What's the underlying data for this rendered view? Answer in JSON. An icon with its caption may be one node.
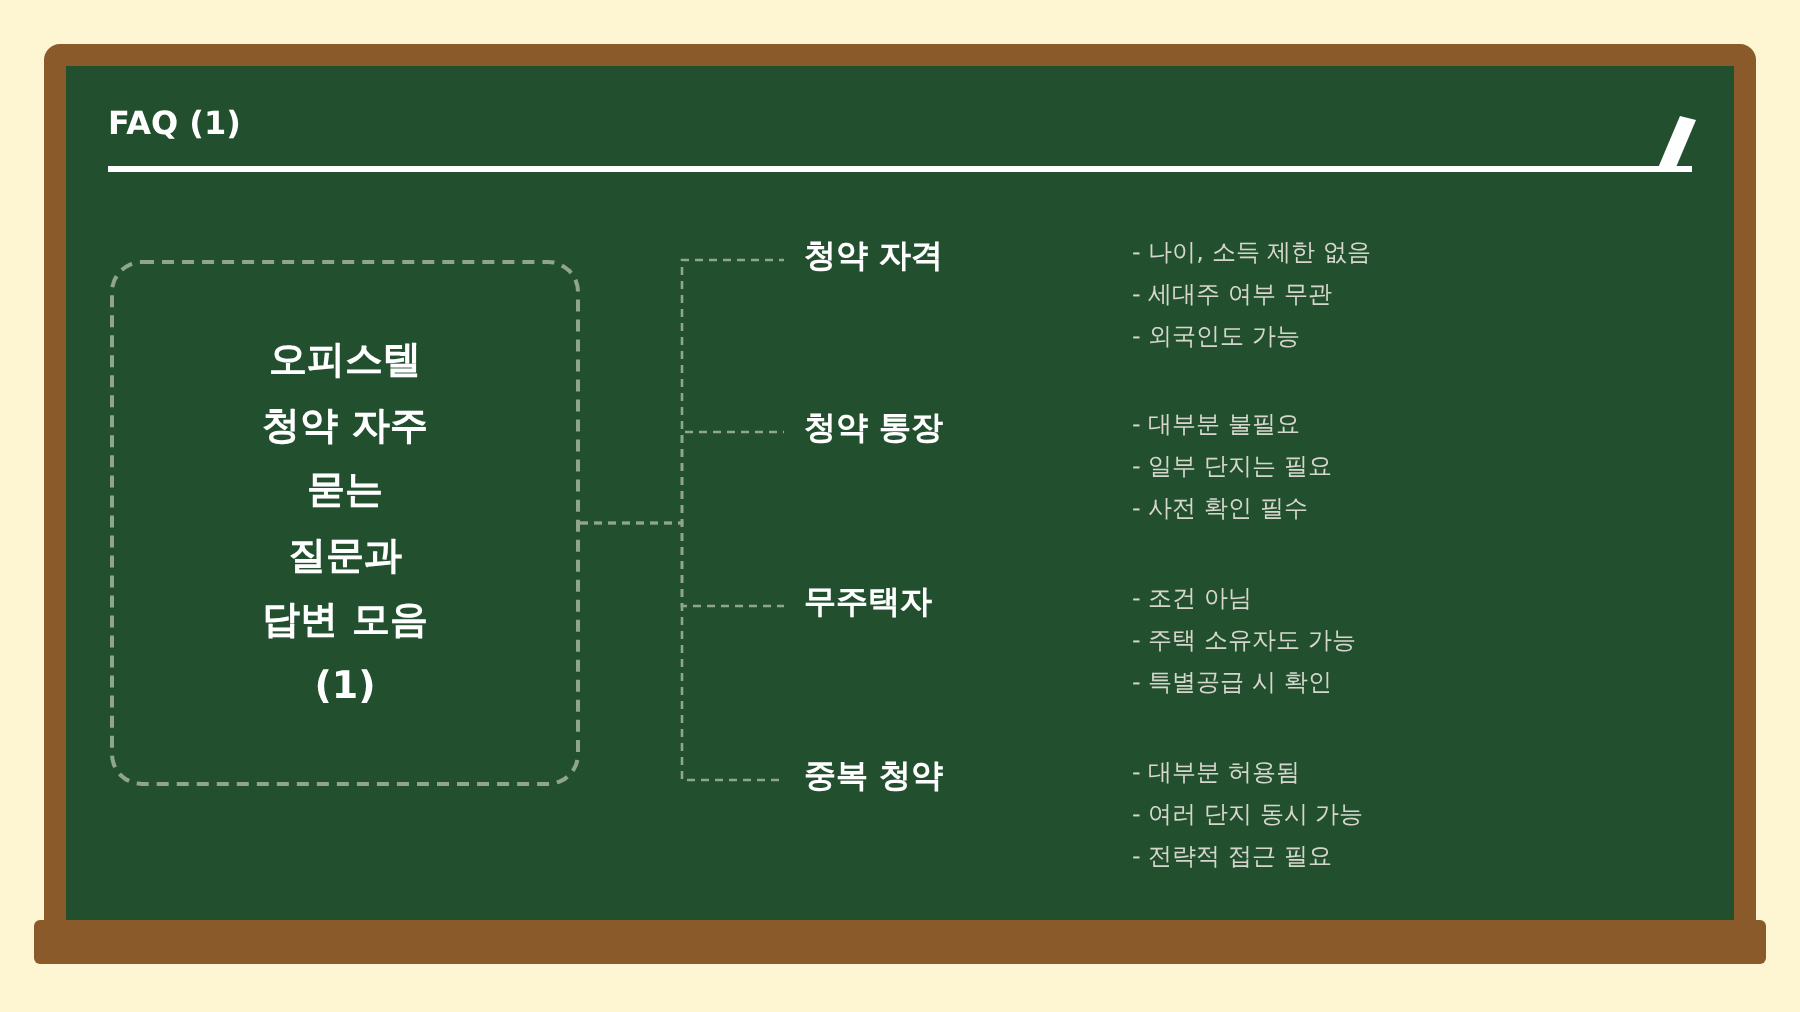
{
  "diagram": {
    "title": "FAQ (1)",
    "nodes": [
      {
        "text": [
          "오피스텔 청약 자주 묻는 질문과 답변 모음 (1)"
        ]
      },
      {
        "text": [
          "청약 자격"
        ],
        "beside": [
          "- 나이, 소득 제한 없음",
          "- 세대주 여부 무관",
          "- 외국인도 가능"
        ]
      },
      {
        "text": [
          "청약 통장"
        ],
        "beside": [
          "- 대부분 불필요",
          "- 일부 단지는 필요",
          "- 사전 확인 필수"
        ]
      },
      {
        "text": [
          "무주택자"
        ],
        "beside": [
          "- 조건 아님",
          "- 주택 소유자도 가능",
          "- 특별공급 시 확인"
        ]
      },
      {
        "text": [
          "중복 청약"
        ],
        "beside": [
          "- 대부분 허용됨",
          "- 여러 단지 동시 가능",
          "- 전략적 접근 필요"
        ]
      }
    ],
    "edges": [
      {
        "from": 0,
        "to": 1,
        "arrow": "none",
        "style": "dashed"
      },
      {
        "from": 0,
        "to": 2,
        "arrow": "none",
        "style": "dashed"
      },
      {
        "from": 0,
        "to": 3,
        "arrow": "none",
        "style": "dashed"
      },
      {
        "from": 0,
        "to": 4,
        "arrow": "none",
        "style": "dashed"
      }
    ]
  }
}
